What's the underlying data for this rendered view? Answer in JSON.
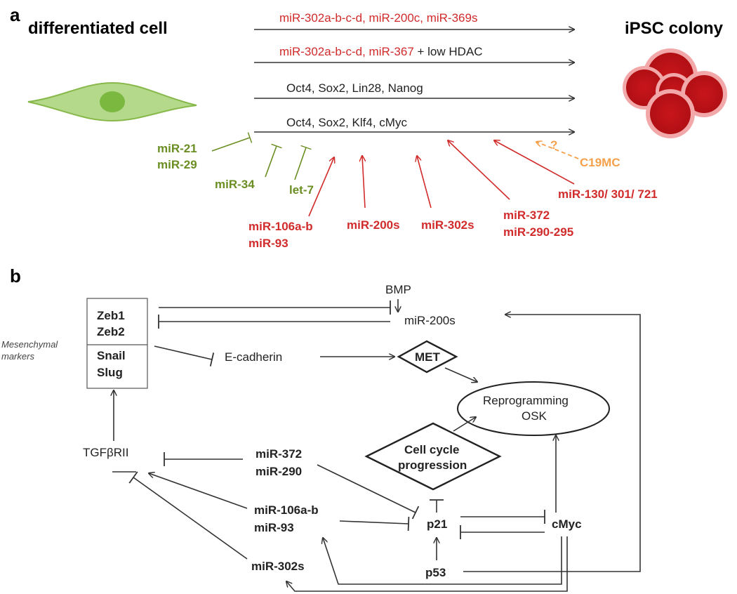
{
  "panel_a": {
    "label": "a",
    "left_title": "differentiated cell",
    "right_title": "iPSC colony",
    "pathways": [
      {
        "red": "miR-302a-b-c-d, miR-200c, miR-369s",
        "black": ""
      },
      {
        "red": "miR-302a-b-c-d, miR-367",
        "black": " + low HDAC"
      },
      {
        "red": "",
        "black": "Oct4, Sox2, Lin28, Nanog"
      },
      {
        "red": "",
        "black": "Oct4, Sox2, Klf4, cMyc"
      }
    ],
    "inhibitors": [
      "miR-21",
      "miR-29",
      "miR-34",
      "let-7"
    ],
    "activators": [
      "miR-106a-b",
      "miR-93",
      "miR-200s",
      "miR-302s",
      "miR-372",
      "miR-290-295",
      "miR-130/ 301/ 721"
    ],
    "question": "?",
    "c19mc": "C19MC"
  },
  "panel_b": {
    "label": "b",
    "mesenchymal_label_1": "Mesenchymal",
    "mesenchymal_label_2": "markers",
    "box_top": [
      "Zeb1",
      "Zeb2"
    ],
    "box_bottom": [
      "Snail",
      "Slug"
    ],
    "bmp": "BMP",
    "mir200s": "miR-200s",
    "ecadherin": "E-cadherin",
    "met": "MET",
    "reprogramming_1": "Reprogramming",
    "reprogramming_2": "OSK",
    "cellcycle_1": "Cell cycle",
    "cellcycle_2": "progression",
    "tgfb": "TGFβRII",
    "mir372": "miR-372",
    "mir290": "miR-290",
    "mir106": "miR-106a-b",
    "mir93": "miR-93",
    "p21": "p21",
    "cmyc": "cMyc",
    "p53": "p53",
    "mir302s": "miR-302s"
  }
}
